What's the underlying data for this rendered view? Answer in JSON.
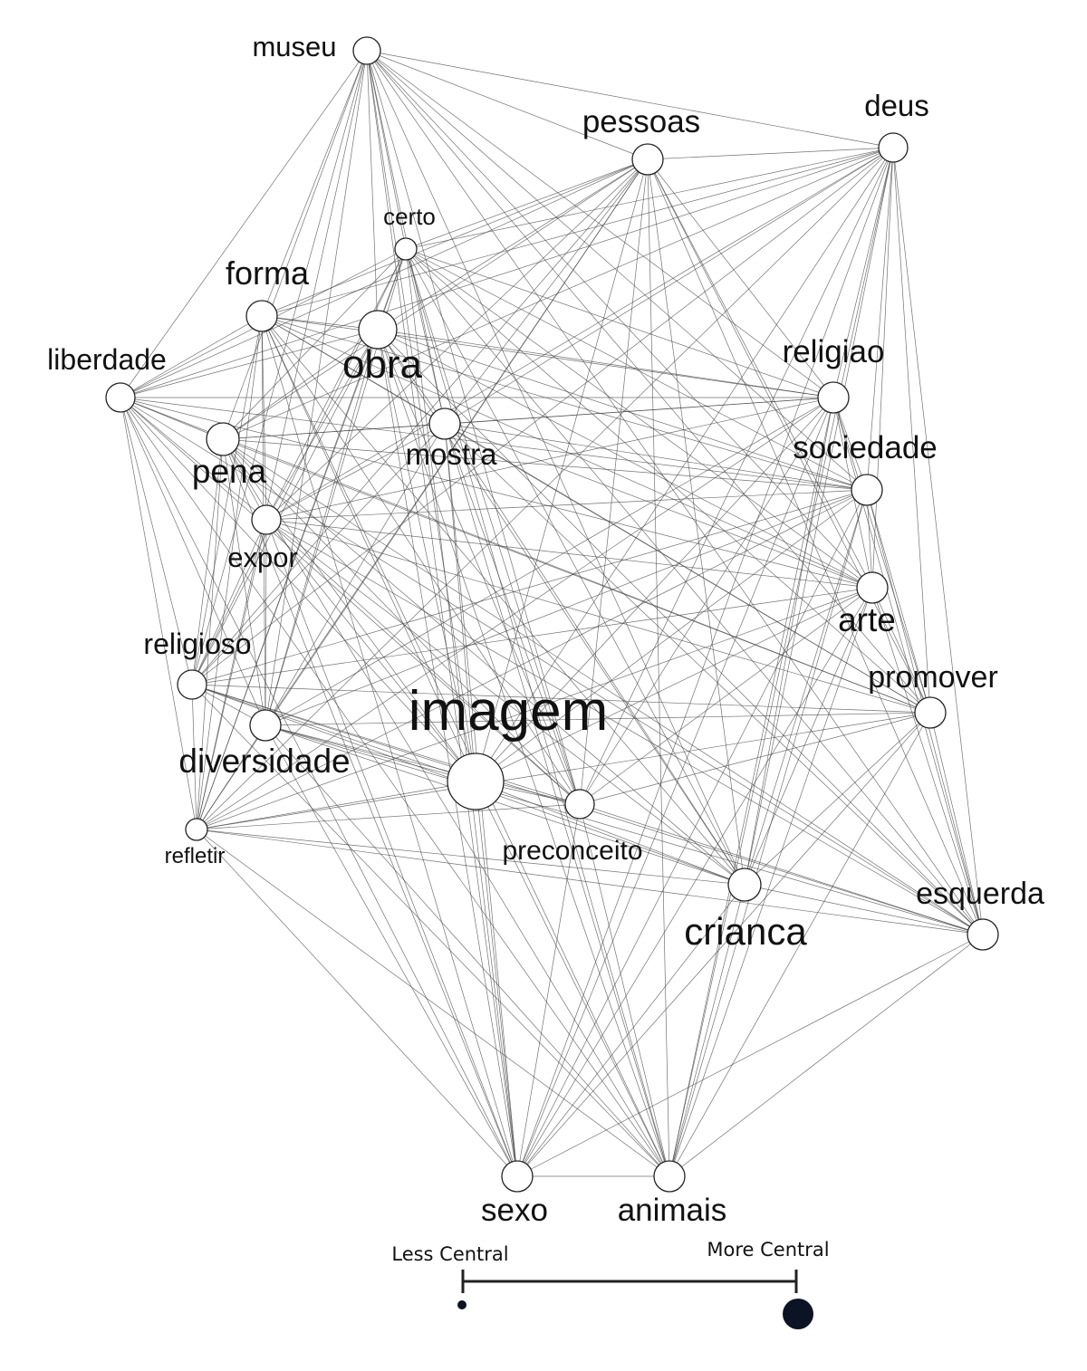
{
  "nodes": [
    {
      "id": "museu",
      "label": "museu"
    },
    {
      "id": "deus",
      "label": "deus"
    },
    {
      "id": "pessoas",
      "label": "pessoas"
    },
    {
      "id": "certo",
      "label": "certo"
    },
    {
      "id": "forma",
      "label": "forma"
    },
    {
      "id": "obra",
      "label": "obra"
    },
    {
      "id": "liberdade",
      "label": "liberdade"
    },
    {
      "id": "religiao",
      "label": "religiao"
    },
    {
      "id": "mostra",
      "label": "mostra"
    },
    {
      "id": "pena",
      "label": "pena"
    },
    {
      "id": "sociedade",
      "label": "sociedade"
    },
    {
      "id": "expor",
      "label": "expor"
    },
    {
      "id": "arte",
      "label": "arte"
    },
    {
      "id": "religioso",
      "label": "religioso"
    },
    {
      "id": "promover",
      "label": "promover"
    },
    {
      "id": "imagem",
      "label": "imagem"
    },
    {
      "id": "diversidade",
      "label": "diversidade"
    },
    {
      "id": "preconceito",
      "label": "preconceito"
    },
    {
      "id": "refletir",
      "label": "refletir"
    },
    {
      "id": "crianca",
      "label": "crianca"
    },
    {
      "id": "esquerda",
      "label": "esquerda"
    },
    {
      "id": "sexo",
      "label": "sexo"
    },
    {
      "id": "animais",
      "label": "animais"
    }
  ],
  "legend": {
    "less_label": "Less Central",
    "more_label": "More Central",
    "dot_color": "#0b1324"
  },
  "colors": {
    "node_fill": "#ffffff",
    "node_stroke": "#222222",
    "edge": "#444444"
  }
}
